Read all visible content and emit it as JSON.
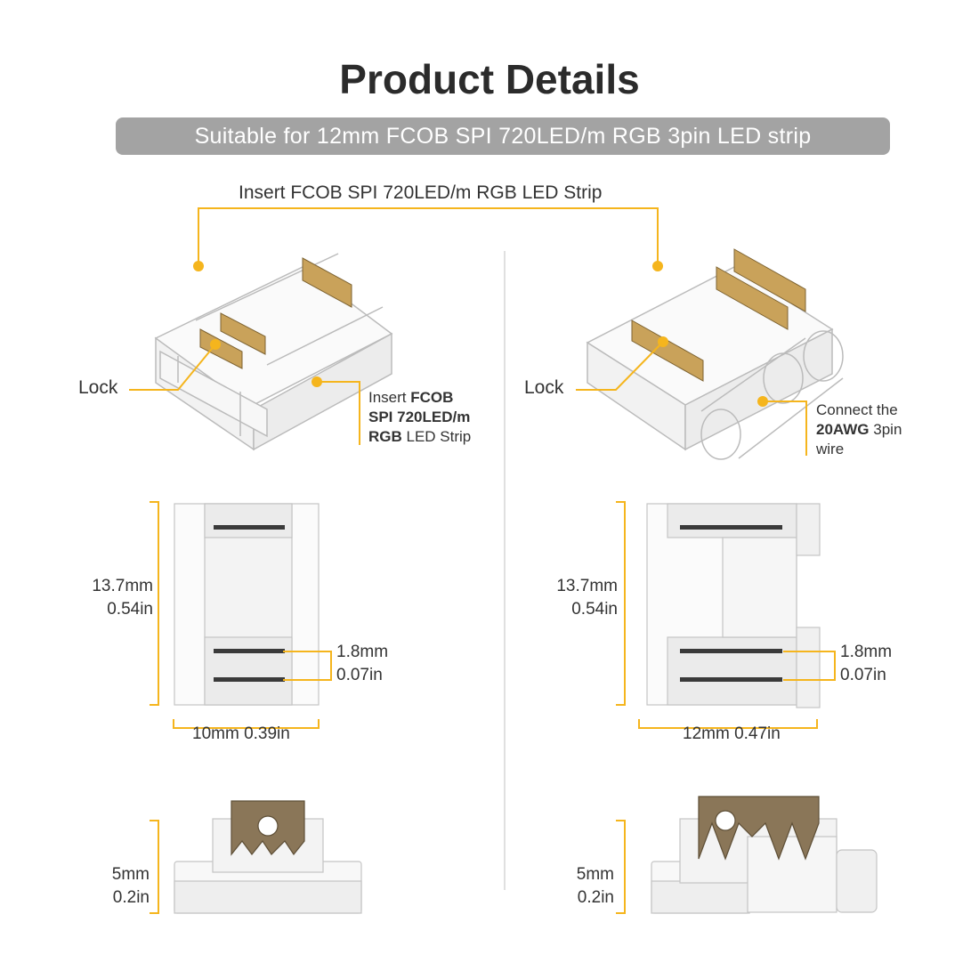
{
  "header": {
    "title": "Product Details",
    "subtitle": "Suitable for 12mm FCOB SPI 720LED/m RGB 3pin LED strip"
  },
  "top_callout": "Insert FCOB SPI 720LED/m RGB LED Strip",
  "colors": {
    "accent": "#f5b51d",
    "banner_bg": "#a3a3a3",
    "text": "#333333",
    "contact_gold": "#b08a46"
  },
  "left_connector": {
    "lock_label": "Lock",
    "insert_label": {
      "prefix": "Insert ",
      "bold1": "FCOB",
      "bold2": "SPI 720LED/m",
      "bold3": "RGB",
      "suffix": " LED Strip"
    },
    "top_view": {
      "height_mm": "13.7mm",
      "height_in": "0.54in",
      "pitch_mm": "1.8mm",
      "pitch_in": "0.07in",
      "width_label": "10mm 0.39in"
    },
    "side_view": {
      "height_mm": "5mm",
      "height_in": "0.2in"
    }
  },
  "right_connector": {
    "lock_label": "Lock",
    "wire_label": {
      "prefix": "Connect the",
      "bold": "20AWG",
      "suffix": " 3pin",
      "last": "wire"
    },
    "top_view": {
      "height_mm": "13.7mm",
      "height_in": "0.54in",
      "pitch_mm": "1.8mm",
      "pitch_in": "0.07in",
      "width_label": "12mm 0.47in"
    },
    "side_view": {
      "height_mm": "5mm",
      "height_in": "0.2in"
    }
  }
}
